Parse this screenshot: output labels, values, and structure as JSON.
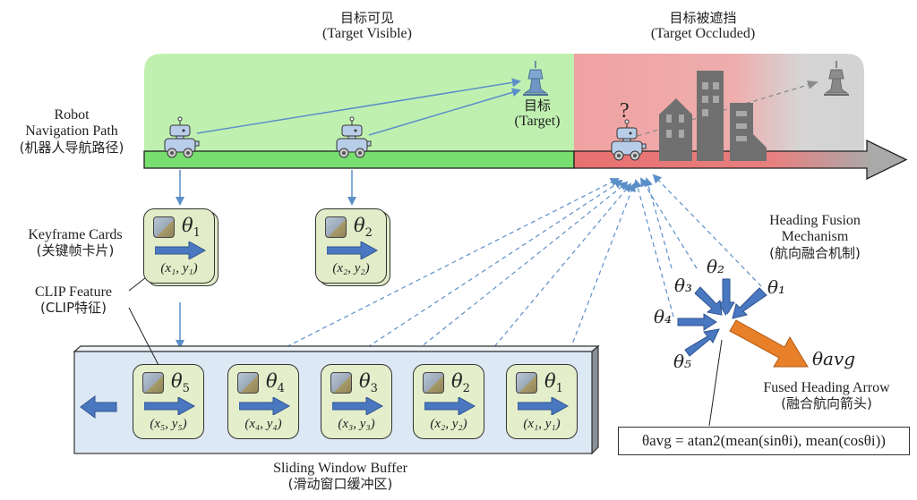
{
  "zones": {
    "visible": {
      "title_cn": "目标可见",
      "title_en": "(Target Visible)",
      "color": "#b8efaa"
    },
    "occluded": {
      "title_cn": "目标被遮挡",
      "title_en": "(Target Occluded)",
      "color": "#f0a0a0",
      "fade_color": "#d4d4d4"
    }
  },
  "path": {
    "label_en_1": "Robot",
    "label_en_2": "Navigation Path",
    "label_cn": "(机器人导航路径)",
    "green_color": "#7ee07a",
    "red_color": "#e87575",
    "gray_color": "#a8a8a8"
  },
  "target": {
    "label_cn": "目标",
    "label_en": "(Target)",
    "uncertain_symbol": "?"
  },
  "keyframe_label": {
    "en": "Keyframe Cards",
    "cn": "(关键帧卡片)"
  },
  "clip_label": {
    "en": "CLIP Feature",
    "cn": "(CLIP特征)"
  },
  "keyframe_cards": [
    {
      "theta_sub": "1",
      "coord": "(x₁, y₁)"
    },
    {
      "theta_sub": "2",
      "coord": "(x₂, y₂)"
    }
  ],
  "buffer": {
    "label_en": "Sliding Window Buffer",
    "label_cn": "(滑动窗口缓冲区)",
    "color": "#dce8f4",
    "cards": [
      {
        "theta_sub": "5",
        "coord": "(x₅, y₅)"
      },
      {
        "theta_sub": "4",
        "coord": "(x₄, y₄)"
      },
      {
        "theta_sub": "3",
        "coord": "(x₃, y₃)"
      },
      {
        "theta_sub": "2",
        "coord": "(x₂, y₂)"
      },
      {
        "theta_sub": "1",
        "coord": "(x₁, y₁)"
      }
    ]
  },
  "fusion": {
    "title_1": "Heading Fusion",
    "title_2": "Mechanism",
    "title_cn": "(航向融合机制)",
    "inputs": [
      "θ₁",
      "θ₂",
      "θ₃",
      "θ₄",
      "θ₅"
    ],
    "output_label": "θavg",
    "arrow_label_en": "Fused Heading Arrow",
    "arrow_label_cn": "(融合航向箭头)",
    "formula": "θavg = atan2(mean(sinθi), mean(cosθi))",
    "input_color": "#4a78c0",
    "output_color": "#e8802a"
  },
  "colors": {
    "connector": "#5b8fc8",
    "card_fill": "#e2ecc8"
  }
}
